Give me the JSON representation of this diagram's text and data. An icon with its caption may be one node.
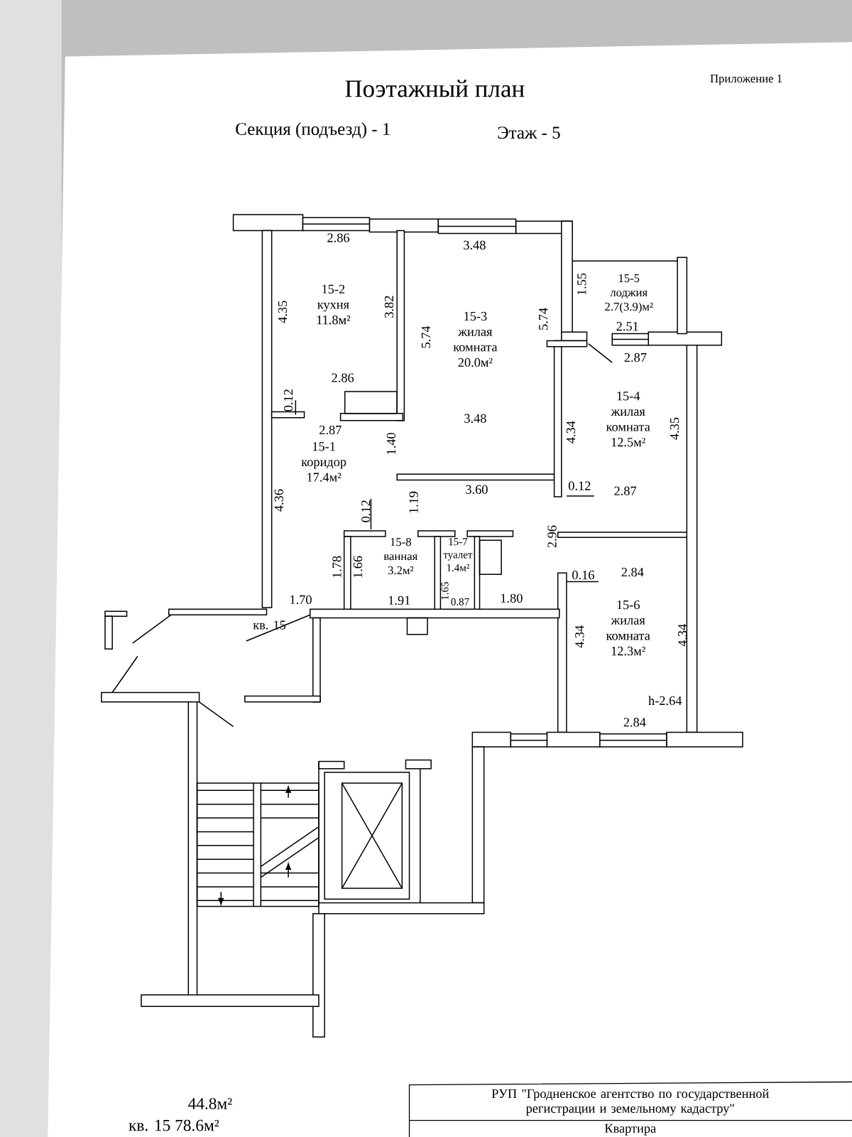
{
  "diagram": {
    "title": "Поэтажный план",
    "nodes": [
      {
        "text": [
          "15-2",
          "кухня",
          "11.8м²"
        ]
      },
      {
        "text": [
          "15-3",
          "жилая комната",
          "20.0м²"
        ]
      },
      {
        "text": [
          "15-5",
          "лоджия",
          "2.7(3.9)м²"
        ]
      },
      {
        "text": [
          "15-4",
          "жилая комната",
          "12.5м²"
        ]
      },
      {
        "text": [
          "15-1",
          "коридор",
          "17.4м²"
        ]
      },
      {
        "text": [
          "15-8",
          "ванная",
          "3.2м²"
        ]
      },
      {
        "text": [
          "15-7",
          "туалет",
          "1.4м²"
        ]
      },
      {
        "text": [
          "15-6",
          "жилая комната",
          "12.3м²"
        ]
      },
      {
        "text": [
          "РУП \"Гродненское агентство по государственной регистрации и земельному кадастру\"",
          "Квартира"
        ]
      }
    ],
    "labels": [
      "Приложение 1",
      "Секция (подъезд) - 1",
      "Этаж - 5",
      "2.86",
      "3.48",
      "1.55",
      "4.35",
      "3.82",
      "5.74",
      "5.74",
      "2.51",
      "2.87",
      "2.86",
      "0.12",
      "3.48",
      "4.34",
      "4.35",
      "2.87",
      "1.40",
      "3.60",
      "0.12",
      "2.87",
      "4.36",
      "0.12",
      "1.19",
      "2.96",
      "1.78",
      "1.66",
      "0.16",
      "2.84",
      "1.65",
      "1.70",
      "1.91",
      "0.87",
      "1.80",
      "кв. 15",
      "4.34",
      "4.34",
      "h-2.64",
      "2.84",
      "44.8м²",
      "кв. 15  78.6м²"
    ]
  }
}
